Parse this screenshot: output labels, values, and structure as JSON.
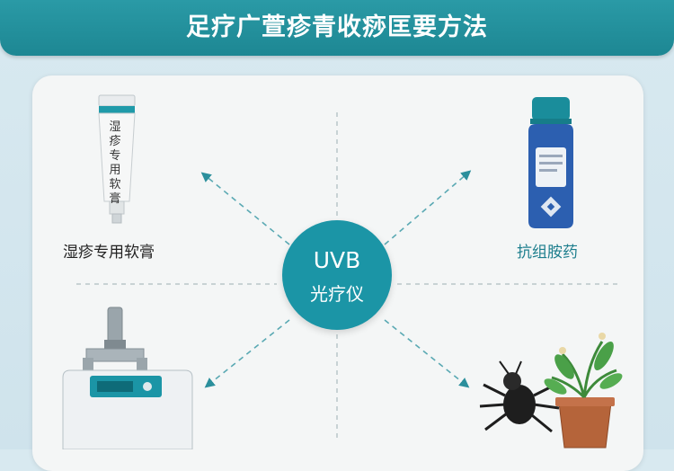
{
  "header": {
    "title": "足疗广萱疹青收痧匡要方法"
  },
  "center": {
    "line1": "UVB",
    "line2": "光疗仪"
  },
  "items": [
    {
      "label": "湿疹专用软膏",
      "icon": "ointment-tube-icon",
      "tube_text": "湿疹专用软膏"
    },
    {
      "label": "抗组胺药",
      "icon": "medicine-bottle-icon"
    },
    {
      "label": "",
      "icon": "uvb-device-icon"
    },
    {
      "label": "",
      "icon": "insect-and-plant-icon"
    }
  ],
  "colors": {
    "accent": "#1b95a6",
    "banner": "#2a9aa6",
    "panel": "#f4f6f6",
    "label_teal": "#1d7e8d"
  }
}
